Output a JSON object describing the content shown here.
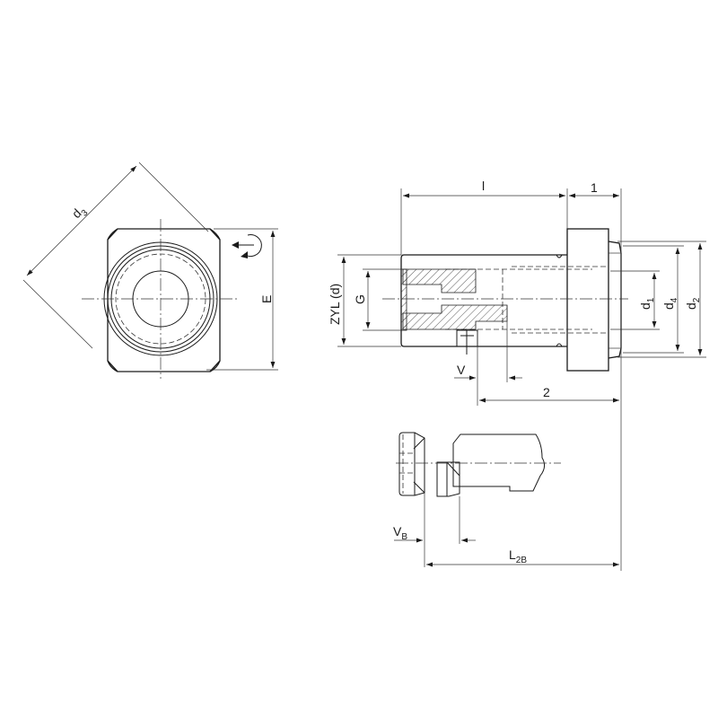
{
  "drawing": {
    "front_view": {
      "d3": {
        "main": "d",
        "sub": "3"
      },
      "E": "E"
    },
    "side_view": {
      "l": "l",
      "dim_1": "1",
      "dim_2": "2",
      "zyl": "ZYL (d)",
      "G": "G",
      "d1": {
        "main": "d",
        "sub": "1"
      },
      "d4": {
        "main": "d",
        "sub": "4"
      },
      "d2": {
        "main": "d",
        "sub": "2"
      },
      "V": "V"
    },
    "detail_view": {
      "VB": {
        "main": "V",
        "sub": "B"
      },
      "L2B": {
        "main": "L",
        "sub": "2B"
      }
    }
  },
  "colors": {
    "line": "#1a1a1a",
    "background": "#ffffff"
  }
}
